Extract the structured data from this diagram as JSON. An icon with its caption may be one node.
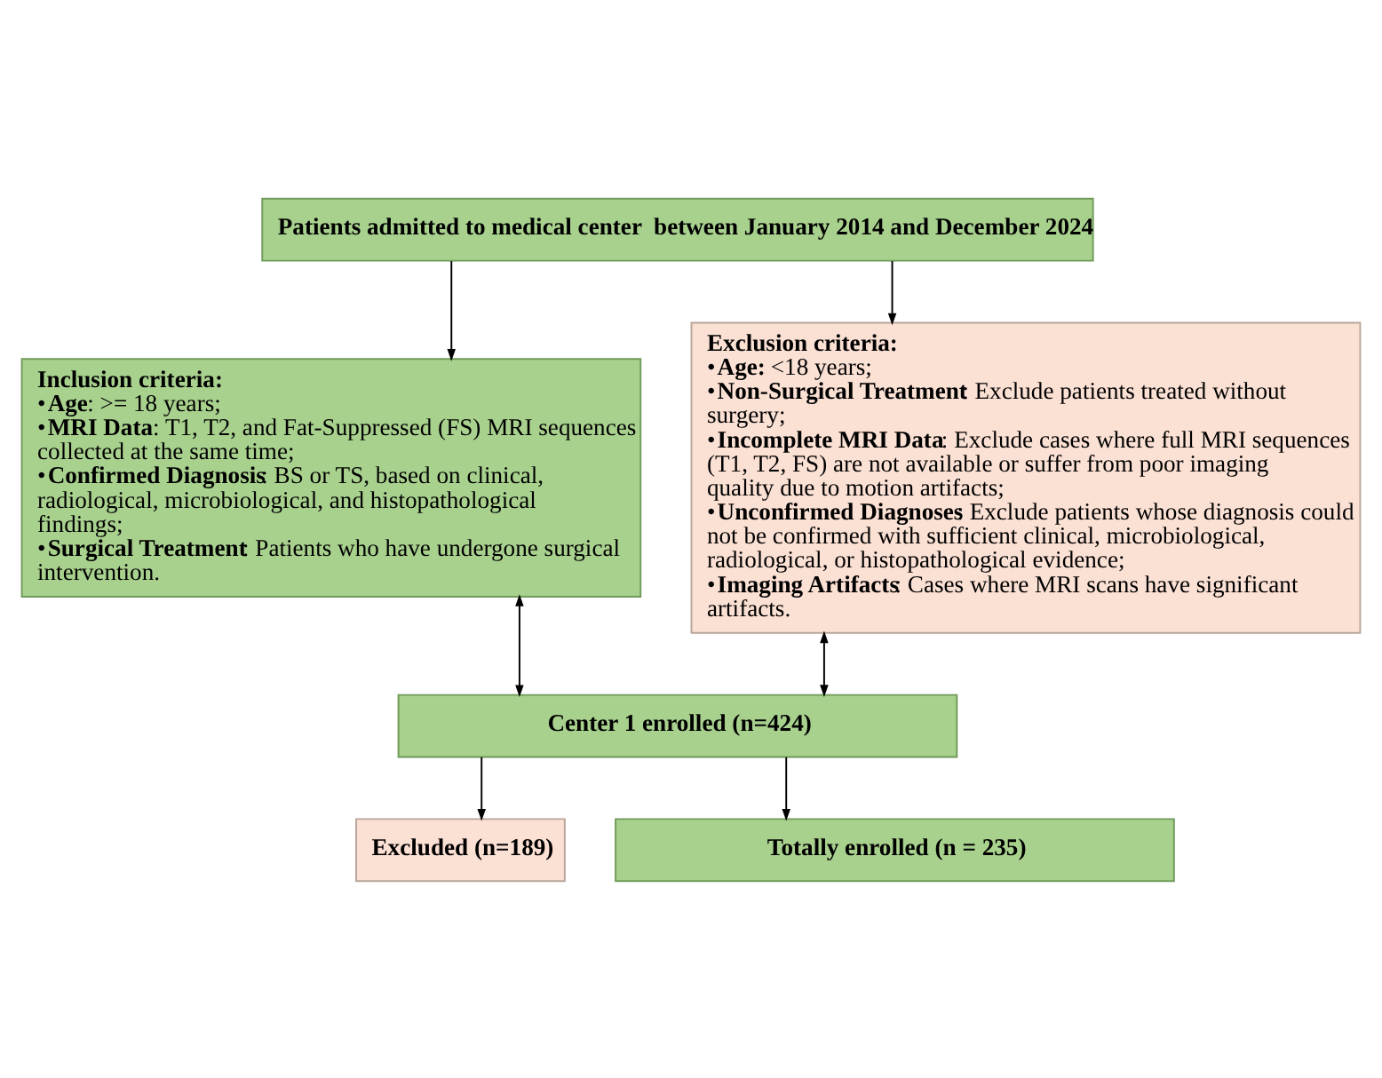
{
  "diagram": {
    "nodes": [
      {
        "text": [
          "Patients admitted to medical center  between January 2014 and December 2024"
        ]
      },
      {
        "text": [
          "Inclusion criteria:",
          "•**Age**: >= 18 years;",
          "•**MRI Data**: T1, T2, and Fat-Suppressed (FS) MRI sequences collected at the same time;",
          "•**Confirmed Diagnosis**: BS or TS, based on clinical, radiological, microbiological, and histopathological findings;",
          "•**Surgical Treatment**: Patients who have undergone surgical intervention."
        ]
      },
      {
        "text": [
          "Exclusion criteria:",
          "•**Age:** <18 years;",
          "•**Non-Surgical Treatment**: Exclude patients treated without surgery;",
          "•**Incomplete MRI Data**: Exclude cases where full MRI sequences (T1, T2, FS) are not available or suffer from poor imaging quality due to motion artifacts;",
          "•**Unconfirmed Diagnoses**: Exclude patients whose diagnosis could not be confirmed with sufficient clinical, microbiological, radiological, or histopathological evidence;",
          "•**Imaging Artifacts**: Cases where MRI scans have significant artifacts."
        ]
      },
      {
        "text": [
          "Center 1 enrolled (n=424)"
        ]
      },
      {
        "text": [
          "Excluded (n=189)"
        ]
      },
      {
        "text": [
          "Totally enrolled (n = 235)"
        ]
      }
    ],
    "edges": [
      {
        "from": 0,
        "to": 1,
        "arrow": "to"
      },
      {
        "from": 0,
        "to": 2,
        "arrow": "to"
      },
      {
        "from": 1,
        "to": 3,
        "arrow": "both"
      },
      {
        "from": 2,
        "to": 3,
        "arrow": "both"
      },
      {
        "from": 3,
        "to": 4,
        "arrow": "to"
      },
      {
        "from": 3,
        "to": 5,
        "arrow": "to"
      }
    ]
  }
}
